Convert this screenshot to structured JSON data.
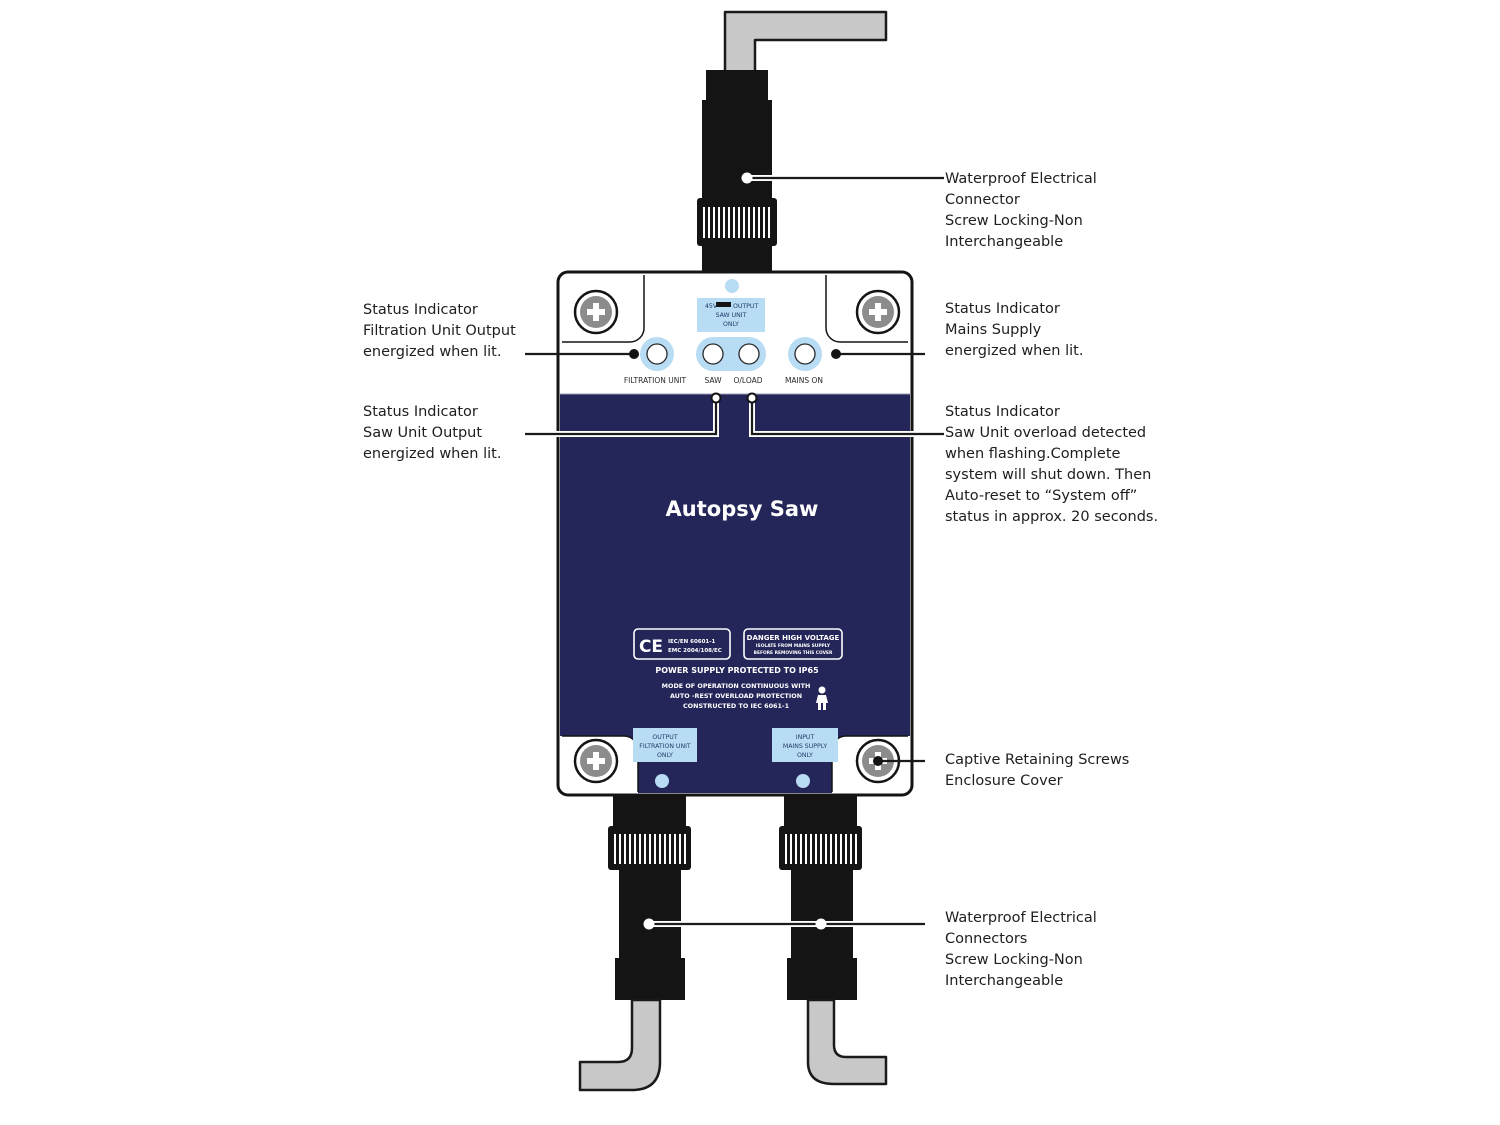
{
  "device": {
    "title": "Autopsy Saw",
    "top_label": [
      "45V",
      "OUTPUT",
      "SAW UNIT",
      "ONLY"
    ],
    "indicators": {
      "filtration": "FILTRATION UNIT",
      "saw": "SAW",
      "overload": "O/LOAD",
      "mains": "MAINS ON"
    },
    "ce_mark": "CE",
    "ce_standards": [
      "IEC/EN 60601-1",
      "EMC 2004/108/EC"
    ],
    "danger_box": [
      "DANGER HIGH VOLTAGE",
      "ISOLATE FROM MAINS SUPPLY",
      "BEFORE REMOVING THIS COVER"
    ],
    "protection": "POWER SUPPLY PROTECTED TO IP65",
    "mode_lines": [
      "MODE OF OPERATION CONTINUOUS WITH",
      "AUTO -REST OVERLOAD PROTECTION",
      "CONSTRUCTED TO IEC 6061-1"
    ],
    "bottom_left_label": [
      "OUTPUT",
      "FILTRATION UNIT",
      "ONLY"
    ],
    "bottom_right_label": [
      "INPUT",
      "MAINS SUPPLY",
      "ONLY"
    ]
  },
  "callouts": {
    "top_connector": [
      "Waterproof Electrical",
      "Connector",
      "Screw Locking-Non",
      "Interchangeable"
    ],
    "filtration_indicator": [
      "Status Indicator",
      "Filtration Unit Output",
      "energized when lit."
    ],
    "mains_indicator": [
      "Status Indicator",
      "Mains Supply",
      "energized when lit."
    ],
    "saw_indicator": [
      "Status Indicator",
      "Saw Unit Output",
      "energized when lit."
    ],
    "overload_indicator": [
      "Status Indicator",
      "Saw Unit overload detected",
      "when flashing.Complete",
      "system will shut down. Then",
      "Auto-reset to “System off”",
      "status in approx. 20 seconds."
    ],
    "screws": [
      "Captive Retaining Screws",
      "Enclosure Cover"
    ],
    "bottom_connectors": [
      "Waterproof Electrical",
      "Connectors",
      "Screw Locking-Non",
      "Interchangeable"
    ]
  },
  "colors": {
    "panel_navy": "#242559",
    "indicator_blue": "#b7dcf3",
    "cable_grey": "#c8c8c8",
    "connector_black": "#141414"
  }
}
